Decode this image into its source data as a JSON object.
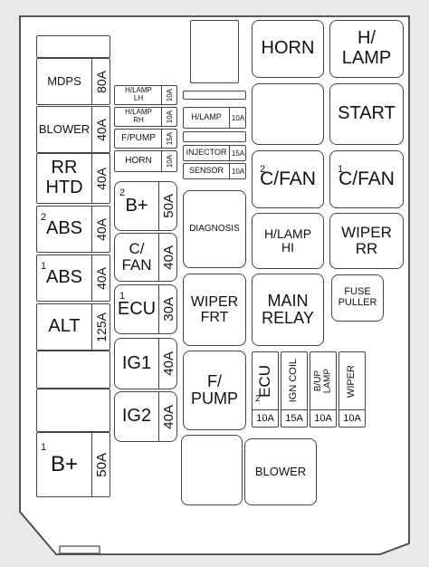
{
  "left_column": [
    {
      "id": "mdps",
      "label": "MDPS",
      "amp": "80A"
    },
    {
      "id": "blower",
      "label": "BLOWER",
      "amp": "40A"
    },
    {
      "id": "rr-htd",
      "label": "RR\nHTD",
      "amp": "40A"
    },
    {
      "id": "abs2",
      "label": "ABS",
      "num": "2",
      "amp": "40A"
    },
    {
      "id": "abs1",
      "label": "ABS",
      "num": "1",
      "amp": "40A"
    },
    {
      "id": "alt",
      "label": "ALT",
      "amp": "125A"
    },
    {
      "id": "bplus1",
      "label": "B+",
      "num": "1",
      "amp": "50A"
    }
  ],
  "mini_fuses": [
    {
      "id": "hlamp-lh",
      "label": "H/LAMP\nLH",
      "amp": "10A"
    },
    {
      "id": "hlamp-rh",
      "label": "H/LAMP\nRH",
      "amp": "10A"
    },
    {
      "id": "fpump-small",
      "label": "F/PUMP",
      "amp": "15A"
    },
    {
      "id": "horn-small",
      "label": "HORN",
      "amp": "10A"
    }
  ],
  "mid_fuses": [
    {
      "id": "bplus2",
      "label": "B+",
      "num": "2",
      "amp": "50A"
    },
    {
      "id": "cfan",
      "label": "C/\nFAN",
      "amp": "40A"
    },
    {
      "id": "ecu1",
      "label": "ECU",
      "num": "1",
      "amp": "30A"
    },
    {
      "id": "ig1",
      "label": "IG1",
      "amp": "40A"
    },
    {
      "id": "ig2",
      "label": "IG2",
      "amp": "40A"
    }
  ],
  "center_small": [
    {
      "id": "hlamp-c",
      "label": "H/LAMP",
      "amp": "10A"
    },
    {
      "id": "injector",
      "label": "INJECTOR",
      "amp": "15A"
    },
    {
      "id": "sensor",
      "label": "SENSOR",
      "amp": "10A"
    }
  ],
  "relays": {
    "horn": "HORN",
    "hlamp": "H/\nLAMP",
    "start": "START",
    "cfan2": "C/FAN",
    "cfan2_num": "2",
    "cfan1": "C/FAN",
    "cfan1_num": "1",
    "diagnosis": "DIAGNOSIS",
    "hlamp_hi": "H/LAMP\nHI",
    "wiper_rr": "WIPER\nRR",
    "wiper_frt": "WIPER\nFRT",
    "main_relay": "MAIN\nRELAY",
    "fuse_puller": "FUSE\nPULLER",
    "fpump": "F/\nPUMP",
    "blower": "BLOWER"
  },
  "bottom_fuses": [
    {
      "id": "ecu2",
      "label": "ECU",
      "num": "2",
      "amp": "10A"
    },
    {
      "id": "ign-coil",
      "label": "IGN COIL",
      "amp": "15A"
    },
    {
      "id": "bup-lamp",
      "label": "B/UP\nLAMP",
      "amp": "10A"
    },
    {
      "id": "wiper-small",
      "label": "WIPER",
      "amp": "10A"
    }
  ]
}
